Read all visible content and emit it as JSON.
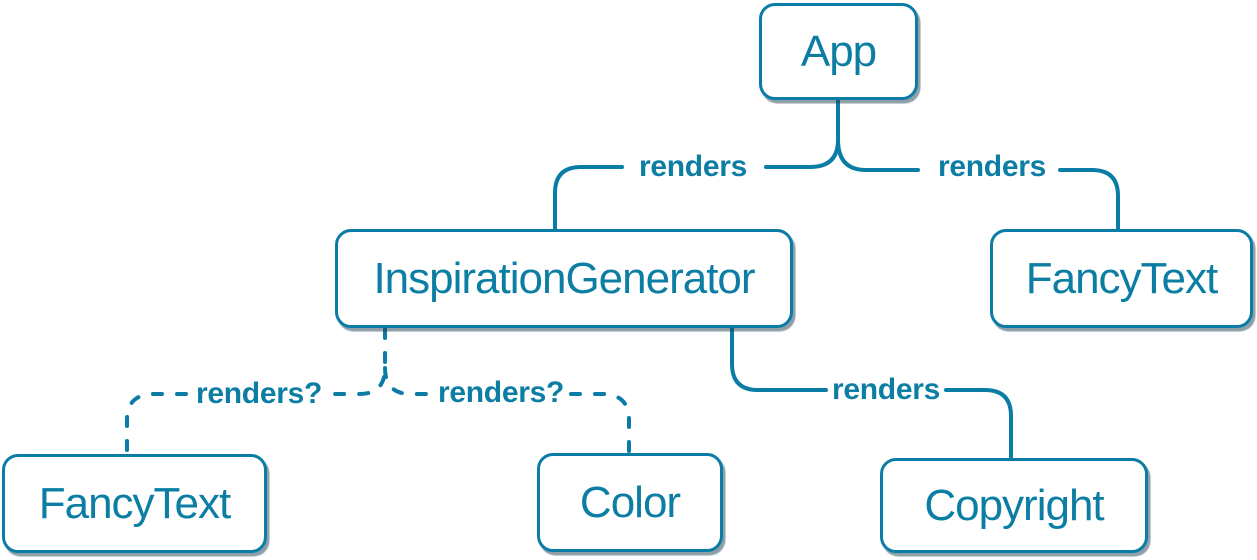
{
  "colors": {
    "accent": "#0c7ea4",
    "line": "#0b7ca6",
    "node_fill": "#ffffff",
    "shadow": "rgba(32,64,81,0.5)"
  },
  "nodes": [
    {
      "id": "app",
      "label": "App"
    },
    {
      "id": "inspiration-generator",
      "label": "InspirationGenerator"
    },
    {
      "id": "fancy-text-top",
      "label": "FancyText"
    },
    {
      "id": "fancy-text-bottom",
      "label": "FancyText"
    },
    {
      "id": "color",
      "label": "Color"
    },
    {
      "id": "copyright",
      "label": "Copyright"
    }
  ],
  "edges": [
    {
      "from": "App",
      "to": "InspirationGenerator",
      "label": "renders",
      "style": "solid"
    },
    {
      "from": "App",
      "to": "FancyText",
      "label": "renders",
      "style": "solid"
    },
    {
      "from": "InspirationGenerator",
      "to": "FancyText",
      "label": "renders?",
      "style": "dashed"
    },
    {
      "from": "InspirationGenerator",
      "to": "Color",
      "label": "renders?",
      "style": "dashed"
    },
    {
      "from": "InspirationGenerator",
      "to": "Copyright",
      "label": "renders",
      "style": "solid"
    }
  ]
}
